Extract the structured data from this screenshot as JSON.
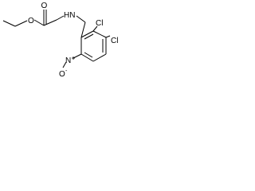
{
  "atoms": {
    "ester_o_upper": "O",
    "ester_o_lower": "O",
    "amine": "HN",
    "chloro_1": "Cl",
    "chloro_2": "Cl",
    "nitro_n": "N",
    "nitro_o": "O",
    "nitro_o_minus": "-"
  }
}
